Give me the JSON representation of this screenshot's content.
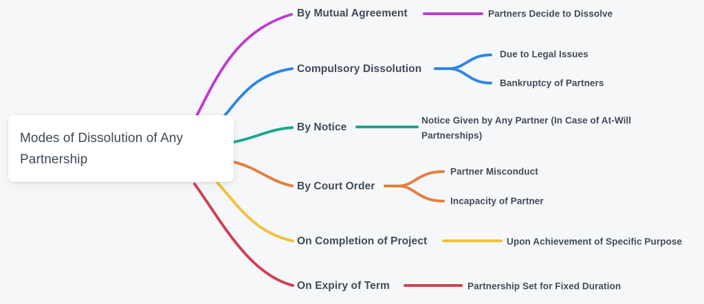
{
  "root": {
    "label": "Modes of Dissolution of Any Partnership"
  },
  "colors": {
    "background": "#f6f7f9",
    "text": "#3f4b57",
    "node_background": "#ffffff"
  },
  "branches": [
    {
      "label": "By Mutual Agreement",
      "color": "#c13ad4",
      "children": [
        {
          "label": "Partners Decide to Dissolve"
        }
      ]
    },
    {
      "label": "Compulsory Dissolution",
      "color": "#2e86e8",
      "children": [
        {
          "label": "Due to Legal Issues"
        },
        {
          "label": "Bankruptcy of Partners"
        }
      ]
    },
    {
      "label": "By Notice",
      "color": "#19a78d",
      "children": [
        {
          "label": "Notice Given by Any Partner (In Case of At-Will Partnerships)"
        }
      ]
    },
    {
      "label": "By Court Order",
      "color": "#e67e3e",
      "children": [
        {
          "label": "Partner Misconduct"
        },
        {
          "label": "Incapacity of Partner"
        }
      ]
    },
    {
      "label": "On Completion of Project",
      "color": "#f2c13a",
      "children": [
        {
          "label": "Upon Achievement of Specific Purpose"
        }
      ]
    },
    {
      "label": "On Expiry of Term",
      "color": "#d04054",
      "children": [
        {
          "label": "Partnership Set for Fixed Duration"
        }
      ]
    }
  ]
}
